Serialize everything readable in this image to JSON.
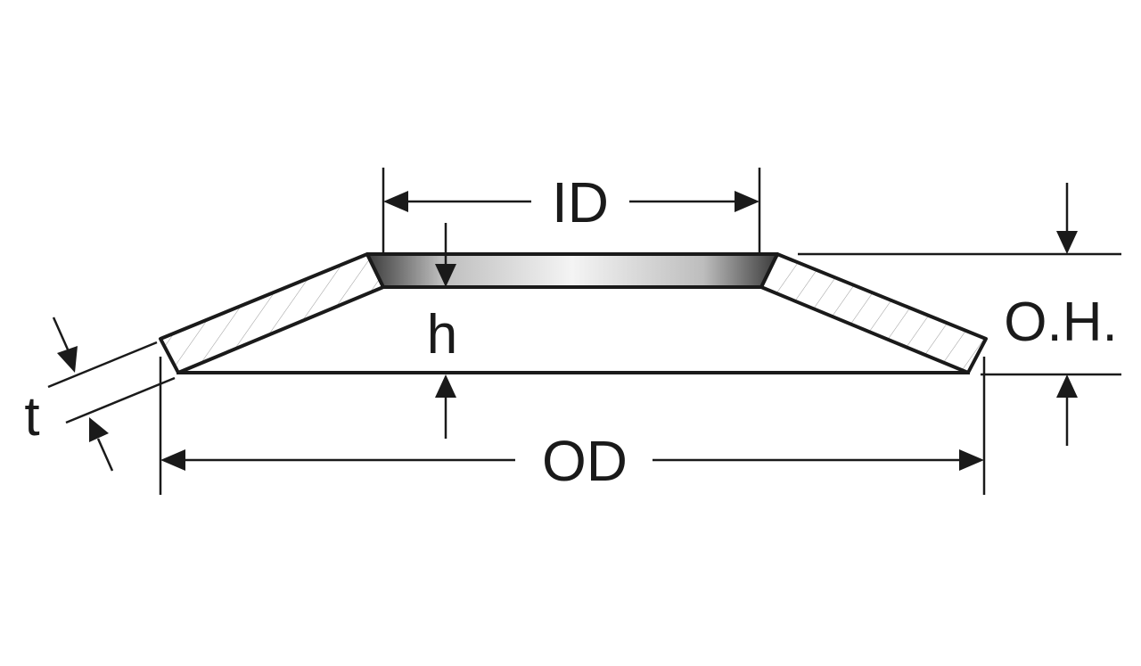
{
  "labels": {
    "inner_diameter": "ID",
    "outer_diameter": "OD",
    "height": "h",
    "overall_height": "O.H.",
    "thickness": "t"
  },
  "colors": {
    "line": "#1a1a1a",
    "hatch": "#9a9a9a",
    "background": "#ffffff"
  }
}
